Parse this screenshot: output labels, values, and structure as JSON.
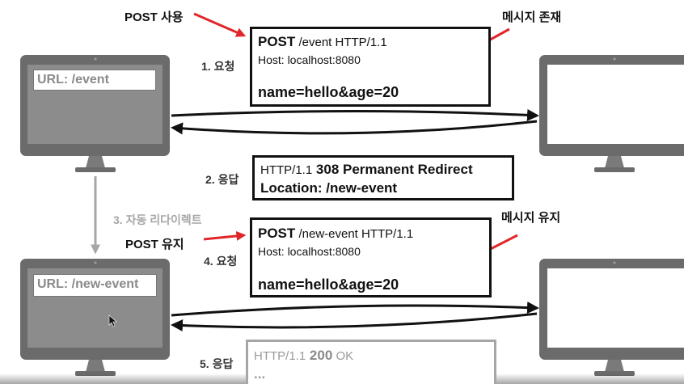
{
  "annotations": {
    "post_use": "POST 사용",
    "message_exists": "메시지 존재",
    "post_keep": "POST 유지",
    "message_keep": "메시지 유지"
  },
  "steps": {
    "step1": "1. 요청",
    "step2": "2. 응답",
    "step3": "3. 자동 리다이렉트",
    "step4": "4. 요청",
    "step5": "5. 응답"
  },
  "clients": {
    "top_url": "URL: /event",
    "bottom_url": "URL: /new-event"
  },
  "request1": {
    "method": "POST",
    "request_line_rest": " /event HTTP/1.1",
    "host": "Host: localhost:8080",
    "body": "name=hello&age=20"
  },
  "response1": {
    "version": "HTTP/1.1",
    "status": " 308 Permanent Redirect",
    "location": "Location: /new-event"
  },
  "request2": {
    "method": "POST",
    "request_line_rest": " /new-event HTTP/1.1",
    "host": "Host: localhost:8080",
    "body": "name=hello&age=20"
  },
  "response2": {
    "version": "HTTP/1.1",
    "status_code": " 200",
    "status_text": " OK",
    "ellipsis": "..."
  },
  "colors": {
    "arrow_red": "#e0262a",
    "monitor_gray": "#6b6b6b",
    "screen_gray": "#8c8c8c",
    "redirect_arrow_gray": "#a6a6a6"
  }
}
